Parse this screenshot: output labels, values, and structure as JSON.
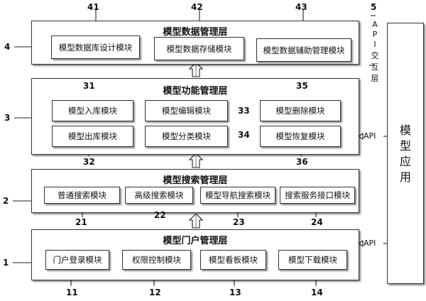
{
  "layers": {
    "data": {
      "title": "模型数据管理层",
      "num": "4",
      "modules": [
        {
          "label": "模型数据库设计模块",
          "num": "41"
        },
        {
          "label": "模型数据存储模块",
          "num": "42"
        },
        {
          "label": "模型数据辅助管理模块",
          "num": "43"
        }
      ]
    },
    "function": {
      "title": "模型功能管理层",
      "num": "3",
      "modules": [
        {
          "label": "模型入库模块",
          "num": "31"
        },
        {
          "label": "模型编辑模块",
          "num": "33"
        },
        {
          "label": "模型删除模块",
          "num": "35"
        },
        {
          "label": "模型出库模块",
          "num": "32"
        },
        {
          "label": "模型分类模块",
          "num": "34"
        },
        {
          "label": "模型恢复模块",
          "num": "36"
        }
      ]
    },
    "search": {
      "title": "模型搜索管理层",
      "num": "2",
      "modules": [
        {
          "label": "普通搜索模块",
          "num": "21"
        },
        {
          "label": "高级搜索模块",
          "num": "22"
        },
        {
          "label": "模型导航搜索模块",
          "num": "23"
        },
        {
          "label": "搜索服务接口模块",
          "num": "24"
        }
      ]
    },
    "portal": {
      "title": "模型门户管理层",
      "num": "1",
      "modules": [
        {
          "label": "门户登录模块",
          "num": "11"
        },
        {
          "label": "权限控制模块",
          "num": "12"
        },
        {
          "label": "模型看板模块",
          "num": "13"
        },
        {
          "label": "模型下载模块",
          "num": "14"
        }
      ]
    }
  },
  "api": {
    "num": "5",
    "vertical": [
      "A",
      "P",
      "I",
      "交",
      "互",
      "层"
    ],
    "label": "API"
  },
  "app": {
    "label": [
      "模",
      "型",
      "应",
      "用"
    ]
  }
}
